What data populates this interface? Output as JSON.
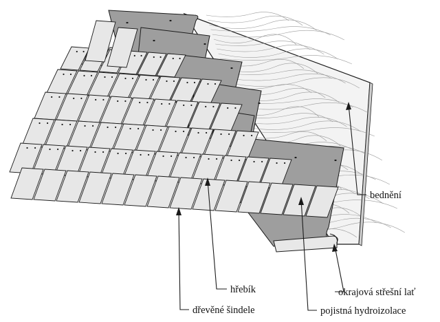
{
  "title": "",
  "labels": {
    "sheathing": "bednění",
    "nail": "hřebík",
    "wood_shingles": "dřevěné šindele",
    "edge_batten": "okrajová střešní lať",
    "underlayment": "pojistná hydroizolace"
  },
  "colors": {
    "sheathing_fill": "#f2f2f2",
    "membrane_fill": "#9e9e9e",
    "shingle_fill": "#e7e7e7",
    "outline": "#1a1a1a"
  }
}
